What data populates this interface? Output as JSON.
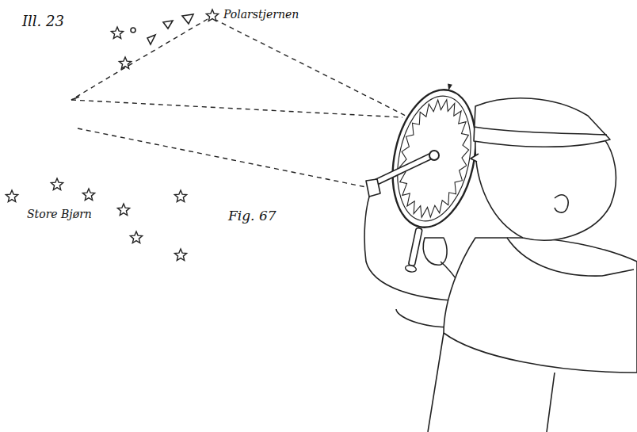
{
  "diagram": {
    "labels": [
      "Ill. 23",
      "Polarstjernen",
      "Store Bjørn",
      "Fig. 67"
    ]
  }
}
